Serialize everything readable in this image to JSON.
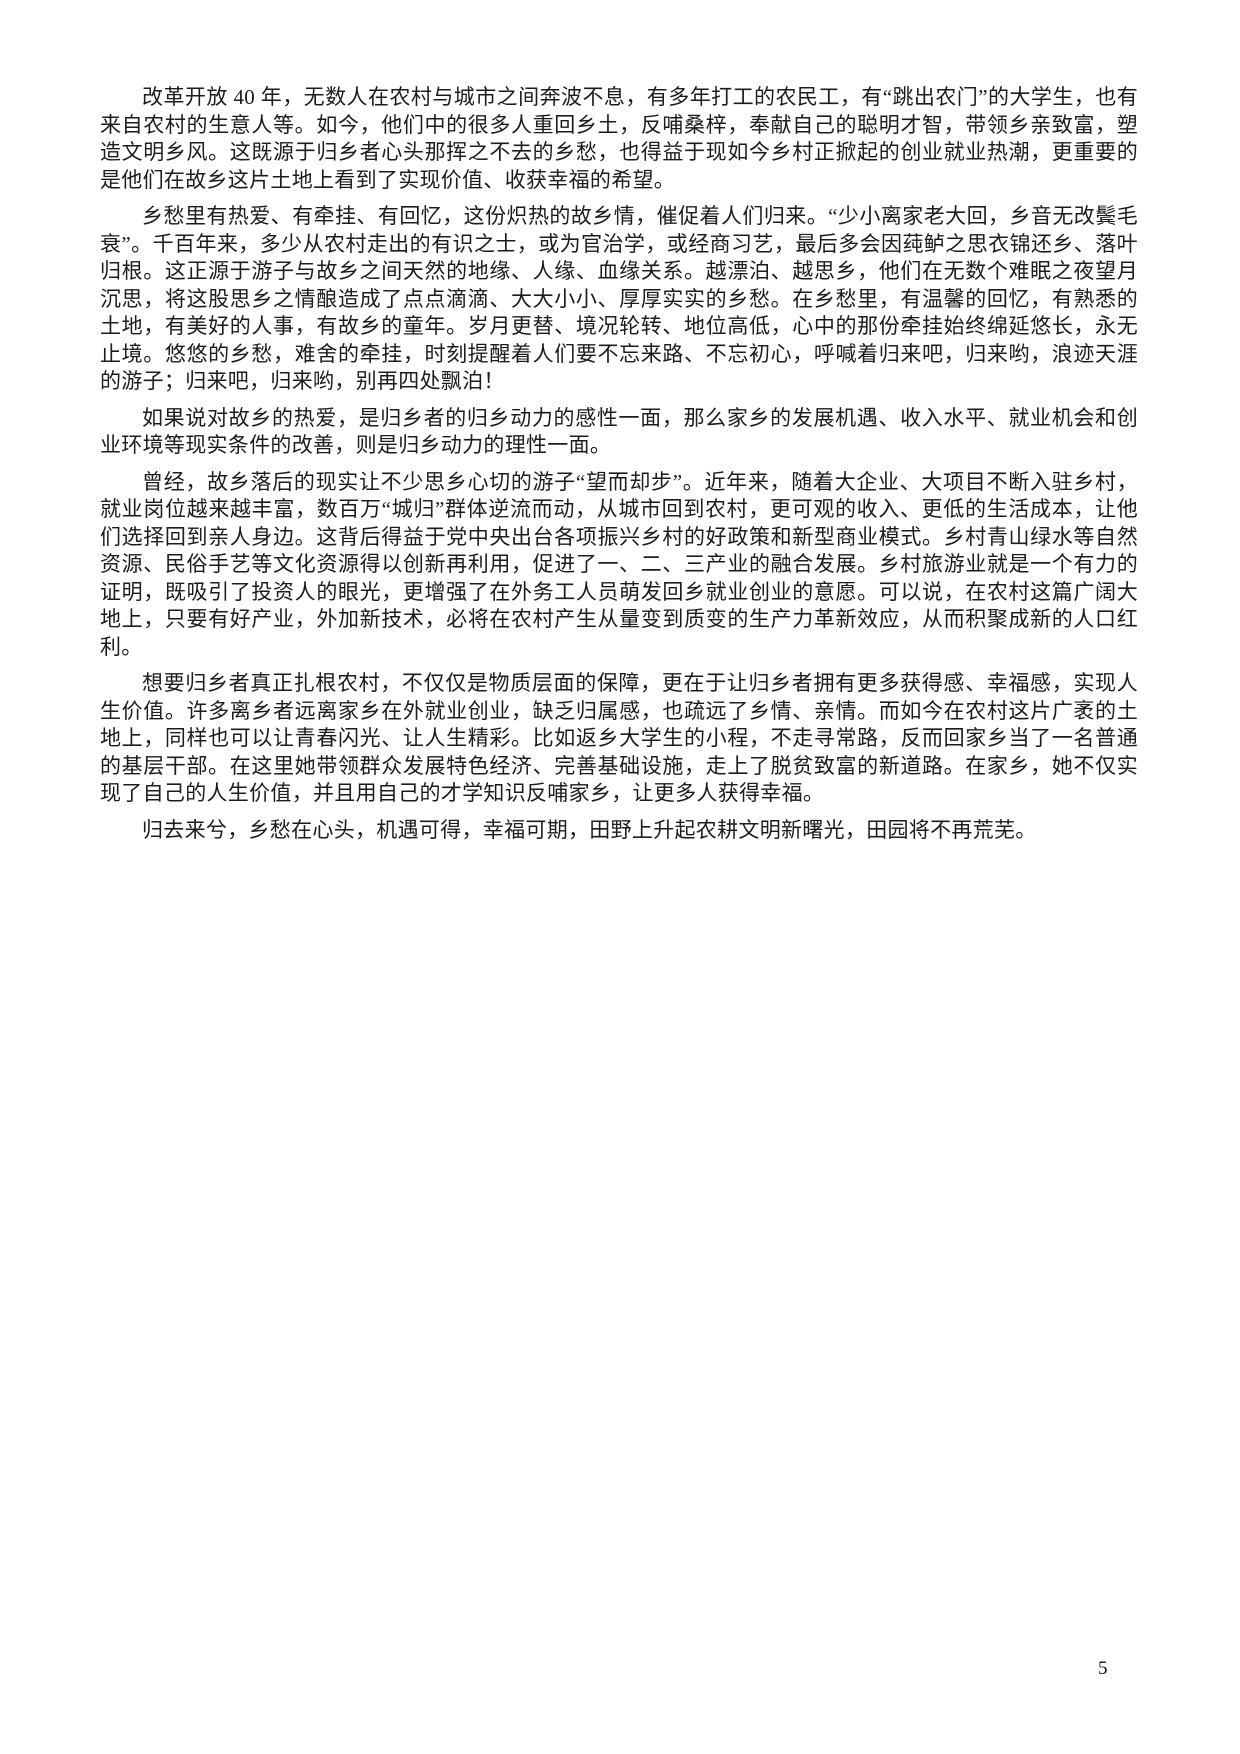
{
  "document": {
    "type": "essay-page",
    "language": "zh-CN",
    "text_color": "#1c1c1c",
    "background_color": "#ffffff",
    "paragraphs": [
      "改革开放 40 年，无数人在农村与城市之间奔波不息，有多年打工的农民工，有“跳出农门”的大学生，也有来自农村的生意人等。如今，他们中的很多人重回乡土，反哺桑梓，奉献自己的聪明才智，带领乡亲致富，塑造文明乡风。这既源于归乡者心头那挥之不去的乡愁，也得益于现如今乡村正掀起的创业就业热潮，更重要的是他们在故乡这片土地上看到了实现价值、收获幸福的希望。",
      "乡愁里有热爱、有牵挂、有回忆，这份炽热的故乡情，催促着人们归来。“少小离家老大回，乡音无改鬓毛衰”。千百年来，多少从农村走出的有识之士，或为官治学，或经商习艺，最后多会因莼鲈之思衣锦还乡、落叶归根。这正源于游子与故乡之间天然的地缘、人缘、血缘关系。越漂泊、越思乡，他们在无数个难眠之夜望月沉思，将这股思乡之情酿造成了点点滴滴、大大小小、厚厚实实的乡愁。在乡愁里，有温馨的回忆，有熟悉的土地，有美好的人事，有故乡的童年。岁月更替、境况轮转、地位高低，心中的那份牵挂始终绵延悠长，永无止境。悠悠的乡愁，难舍的牵挂，时刻提醒着人们要不忘来路、不忘初心，呼喊着归来吧，归来哟，浪迹天涯的游子；归来吧，归来哟，别再四处飘泊！",
      "如果说对故乡的热爱，是归乡者的归乡动力的感性一面，那么家乡的发展机遇、收入水平、就业机会和创业环境等现实条件的改善，则是归乡动力的理性一面。",
      "曾经，故乡落后的现实让不少思乡心切的游子“望而却步”。近年来，随着大企业、大项目不断入驻乡村，就业岗位越来越丰富，数百万“城归”群体逆流而动，从城市回到农村，更可观的收入、更低的生活成本，让他们选择回到亲人身边。这背后得益于党中央出台各项振兴乡村的好政策和新型商业模式。乡村青山绿水等自然资源、民俗手艺等文化资源得以创新再利用，促进了一、二、三产业的融合发展。乡村旅游业就是一个有力的证明，既吸引了投资人的眼光，更增强了在外务工人员萌发回乡就业创业的意愿。可以说，在农村这篇广阔大地上，只要有好产业，外加新技术，必将在农村产生从量变到质变的生产力革新效应，从而积聚成新的人口红利。",
      "想要归乡者真正扎根农村，不仅仅是物质层面的保障，更在于让归乡者拥有更多获得感、幸福感，实现人生价值。许多离乡者远离家乡在外就业创业，缺乏归属感，也疏远了乡情、亲情。而如今在农村这片广袤的土地上，同样也可以让青春闪光、让人生精彩。比如返乡大学生的小程，不走寻常路，反而回家乡当了一名普通的基层干部。在这里她带领群众发展特色经济、完善基础设施，走上了脱贫致富的新道路。在家乡，她不仅实现了自己的人生价值，并且用自己的才学知识反哺家乡，让更多人获得幸福。",
      "归去来兮，乡愁在心头，机遇可得，幸福可期，田野上升起农耕文明新曙光，田园将不再荒芜。"
    ],
    "page_number": "5"
  }
}
